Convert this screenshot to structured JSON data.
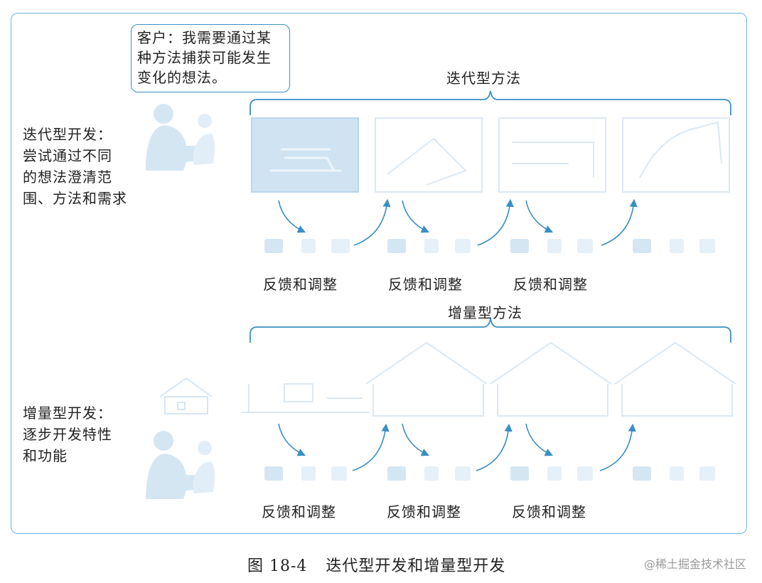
{
  "bubble": {
    "lines": [
      "客户：我需要通过某",
      "种方法捕获可能发生",
      "变化的想法。"
    ]
  },
  "iterative": {
    "side_lines": [
      "迭代型开发：",
      "尝试通过不同",
      "的想法澄清范",
      "围、方法和需求"
    ],
    "brace_label": "迭代型方法",
    "feedback": [
      "反馈和调整",
      "反馈和调整",
      "反馈和调整"
    ]
  },
  "incremental": {
    "side_lines": [
      "增量型开发：",
      "逐步开发特性",
      "和功能"
    ],
    "brace_label": "增量型方法",
    "feedback": [
      "反馈和调整",
      "反馈和调整",
      "反馈和调整"
    ]
  },
  "caption": {
    "number": "图 18-4",
    "title": "迭代型开发和增量型开发"
  },
  "watermark": "@稀土掘金技术社区",
  "colors": {
    "accent": "#3a8fc4",
    "frame": "#6fb3d9",
    "faded": "#c9dff0"
  }
}
